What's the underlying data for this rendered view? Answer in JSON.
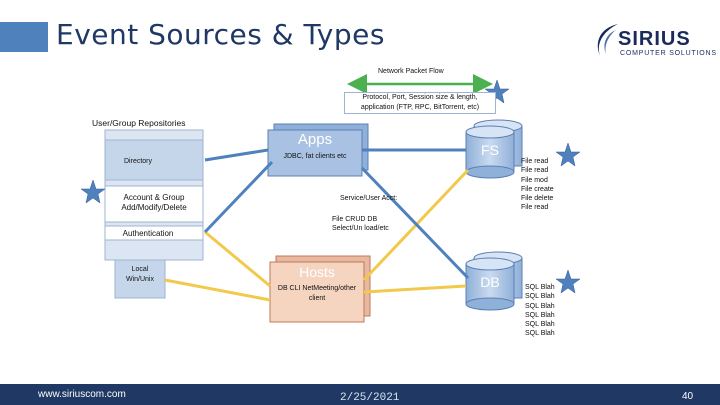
{
  "slide": {
    "title": "Event Sources & Types",
    "logo_name": "SIRIUS",
    "logo_tagline": "COMPUTER SOLUTIONS",
    "footer_url": "www.siriuscom.com",
    "footer_date": "2/25/2021",
    "page_number": "40"
  },
  "diagram": {
    "network_label": "Network Packet Flow",
    "protocol_label": "Protocol, Port, Session size & length, application (FTP, RPC, BitTorrent, etc)",
    "repositories_label": "User/Group Repositories",
    "directory_label": "Directory",
    "account_label": "Account & Group Add/Modify/Delete",
    "authentication_label": "Authentication",
    "local_label": "Local Win/Unix",
    "apps": {
      "title": "Apps",
      "subtitle": "JDBC, fat clients etc"
    },
    "hosts": {
      "title": "Hosts",
      "subtitle": "DB CLI NetMeeting/other client"
    },
    "fs_label": "FS",
    "db_label": "DB",
    "service_label": "Service/User Acct:",
    "crud_label": "File CRUD DB Select/Un load/etc",
    "file_ops": [
      "File read",
      "File read",
      "File mod",
      "File create",
      "File delete",
      "File read"
    ],
    "sql_ops": [
      "SQL Blah",
      "SQL Blah",
      "SQL Blah",
      "SQL Blah",
      "SQL Blah",
      "SQL Blah"
    ],
    "colors": {
      "blue": "#4f81bd",
      "yellow": "#f2c94c",
      "green": "#4caf50",
      "star": "#4f81bd"
    }
  }
}
